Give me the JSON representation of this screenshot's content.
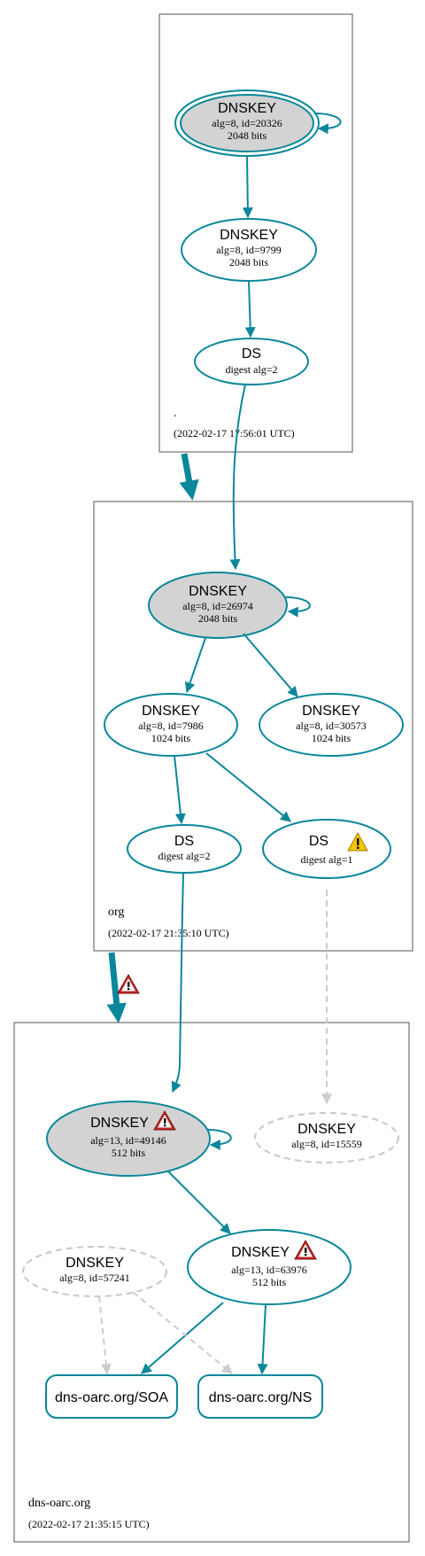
{
  "colors": {
    "edge": "#0a879a",
    "self_signed_fill": "#d3d3d3",
    "dashed": "#cccccc",
    "error": "#c62828",
    "warning": "#f5c400"
  },
  "zones": {
    "root": {
      "name": ".",
      "timestamp": "(2022-02-17 17:56:01 UTC)"
    },
    "org": {
      "name": "org",
      "timestamp": "(2022-02-17 21:35:10 UTC)"
    },
    "dnsoarc": {
      "name": "dns-oarc.org",
      "timestamp": "(2022-02-17 21:35:15 UTC)"
    }
  },
  "nodes": {
    "root_ksk": {
      "title": "DNSKEY",
      "line1": "alg=8, id=20326",
      "line2": "2048 bits"
    },
    "root_zsk": {
      "title": "DNSKEY",
      "line1": "alg=8, id=9799",
      "line2": "2048 bits"
    },
    "root_ds": {
      "title": "DS",
      "line1": "digest alg=2"
    },
    "org_ksk": {
      "title": "DNSKEY",
      "line1": "alg=8, id=26974",
      "line2": "2048 bits"
    },
    "org_zsk1": {
      "title": "DNSKEY",
      "line1": "alg=8, id=7986",
      "line2": "1024 bits"
    },
    "org_zsk2": {
      "title": "DNSKEY",
      "line1": "alg=8, id=30573",
      "line2": "1024 bits"
    },
    "org_ds2": {
      "title": "DS",
      "line1": "digest alg=2"
    },
    "org_ds1": {
      "title": "DS",
      "line1": "digest alg=1",
      "icon": "warning-icon"
    },
    "oarc_ksk": {
      "title": "DNSKEY",
      "line1": "alg=13, id=49146",
      "line2": "512 bits",
      "icon": "error-icon"
    },
    "oarc_missing": {
      "title": "DNSKEY",
      "line1": "alg=8, id=15559"
    },
    "oarc_old": {
      "title": "DNSKEY",
      "line1": "alg=8, id=57241"
    },
    "oarc_zsk": {
      "title": "DNSKEY",
      "line1": "alg=13, id=63976",
      "line2": "512 bits",
      "icon": "error-icon"
    },
    "rr_soa": {
      "label": "dns-oarc.org/SOA"
    },
    "rr_ns": {
      "label": "dns-oarc.org/NS"
    }
  },
  "delegation_icons": {
    "org_to_oarc": "error-icon"
  }
}
